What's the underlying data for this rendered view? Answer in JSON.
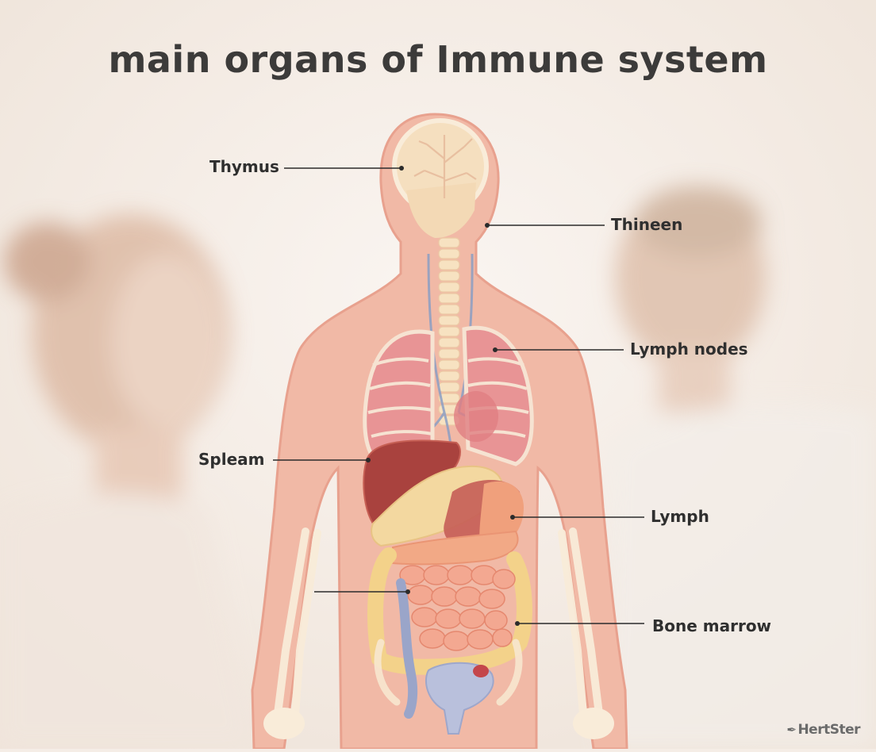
{
  "title": "main organs of Immune system",
  "labels": {
    "thymus": "Thymus",
    "thineen": "Thineen",
    "lymph_nodes": "Lymph nodes",
    "spleam": "Spleam",
    "lymph": "Lymph",
    "bone_marrow": "Bone marrow"
  },
  "brand": {
    "name": "HertSter",
    "icon": "feather-pen-icon"
  },
  "colors": {
    "background": "#f5ede6",
    "body": "#f0b7a4",
    "skeleton": "#f7e3c8",
    "lungs": "#e88f90",
    "liver": "#a4403d",
    "intestine": "#f2a88f",
    "colon": "#f1d08a",
    "leader_line": "#2b2b2b"
  }
}
